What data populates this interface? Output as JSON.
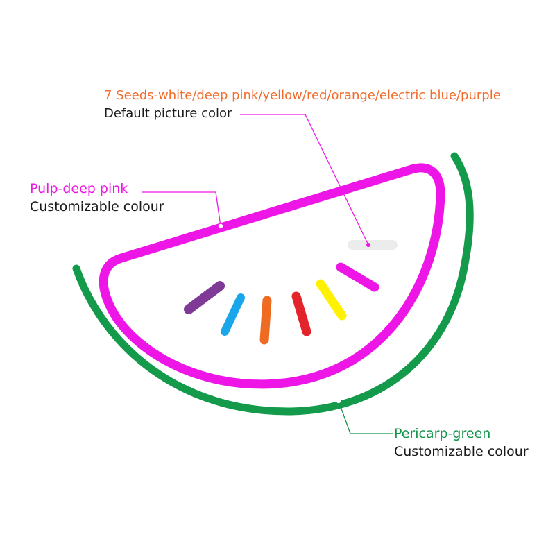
{
  "annotations": {
    "seeds": {
      "title": "7 Seeds-white/deep pink/yellow/red/orange/electric blue/purple",
      "subtitle": "Default picture color",
      "color": "#f26b2a"
    },
    "pulp": {
      "title": "Pulp-deep pink",
      "subtitle": "Customizable colour",
      "color": "#ee16e6"
    },
    "pericarp": {
      "title": "Pericarp-green",
      "subtitle": "Customizable colour",
      "color": "#14934b"
    }
  },
  "parts": {
    "pulp_color": "#ee16e6",
    "pericarp_color": "#139a4a",
    "seed_colors": {
      "white": "#ececec",
      "purple": "#7e3a96",
      "electric_blue": "#1aa6ea",
      "orange": "#f06b22",
      "red": "#e3242b",
      "yellow": "#fff200",
      "deep_pink": "#ee16e6"
    }
  }
}
